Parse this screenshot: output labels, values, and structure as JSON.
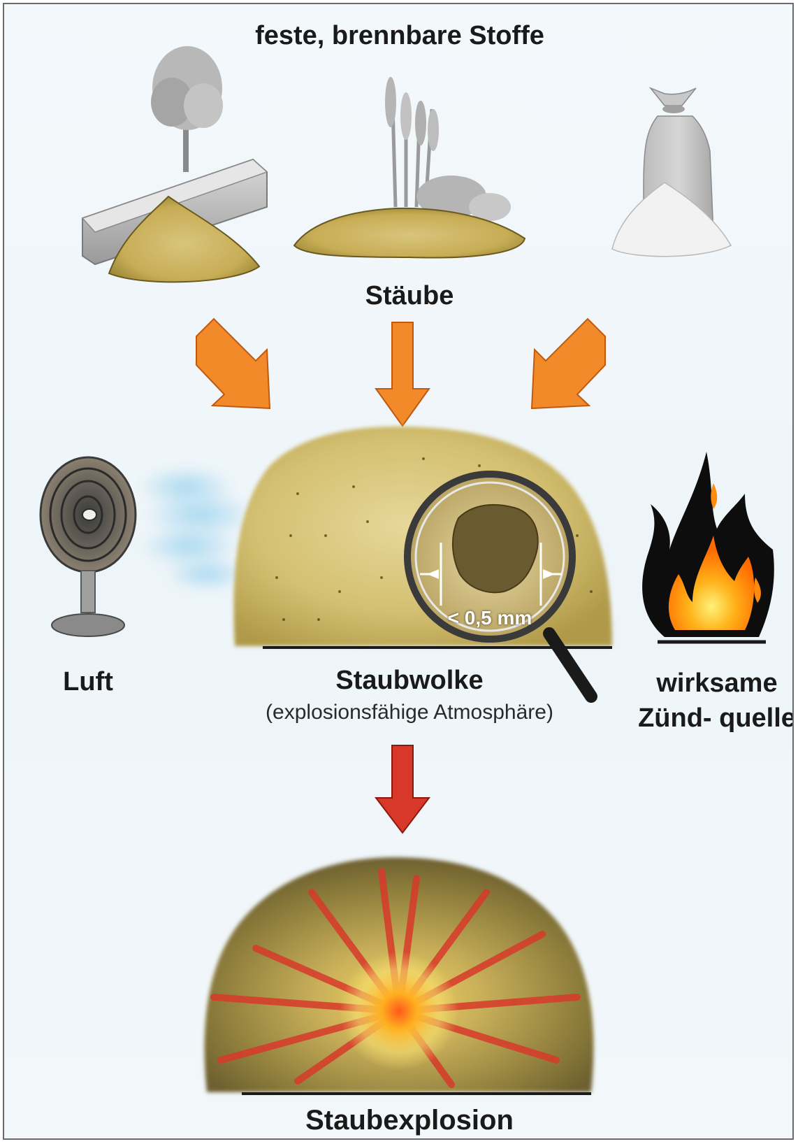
{
  "title": "feste, brennbare Stoffe",
  "labels": {
    "staeube": "Stäube",
    "luft": "Luft",
    "staubwolke": "Staubwolke",
    "atmosphaere": "(explosionsfähige Atmosphäre)",
    "zuendquelle": "wirksame Zünd- quelle",
    "staubexplosion": "Staubexplosion",
    "particle_size": "< 0,5 mm"
  },
  "colors": {
    "arrow_orange": "#f28a2a",
    "arrow_red": "#d8382a",
    "dust": "#c9b25a",
    "flame": "#ff8a10"
  }
}
